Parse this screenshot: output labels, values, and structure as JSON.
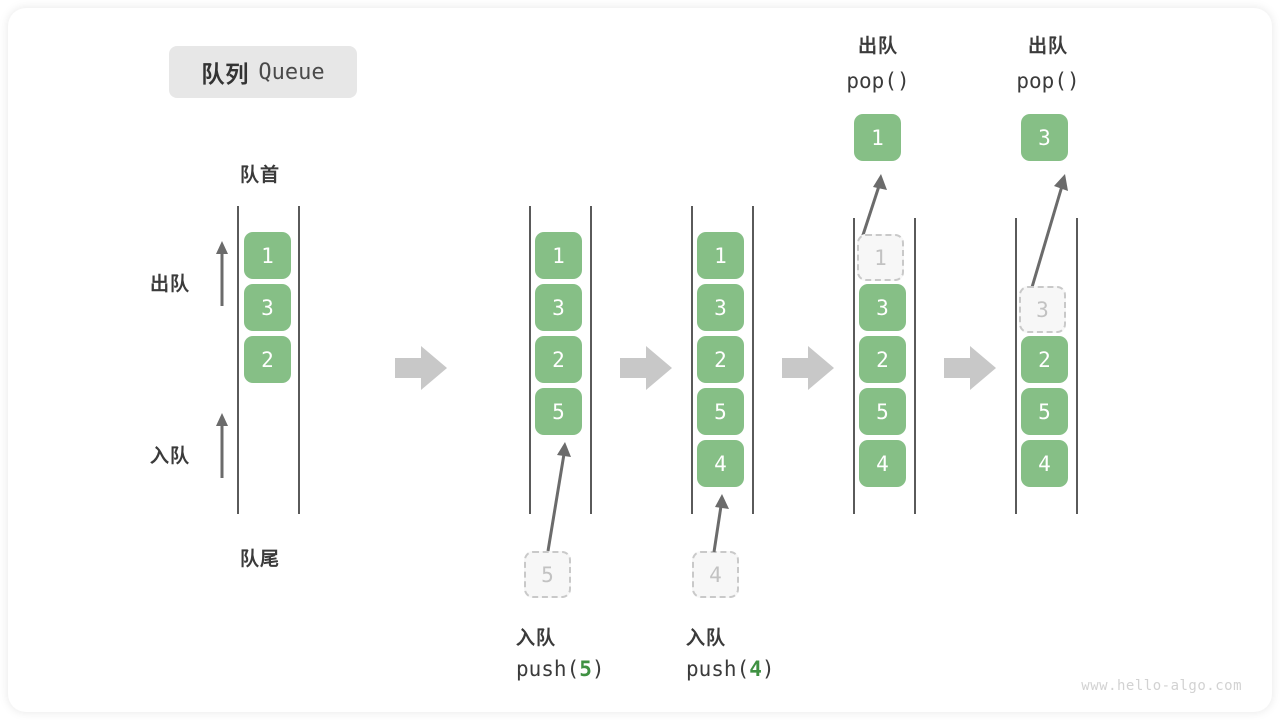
{
  "title": {
    "cn": "队列",
    "en": "Queue"
  },
  "labels": {
    "head": "队首",
    "tail": "队尾",
    "dequeue": "出队",
    "enqueue": "入队"
  },
  "watermark": "www.hello-algo.com",
  "colors": {
    "element_fill": "#86bf86",
    "element_text": "#ffffff",
    "ghost_fill": "#f7f7f7",
    "ghost_border": "#c9c9c9",
    "ghost_text": "#c2c2c2",
    "rail": "#5a5a5a",
    "arrow": "#6b6b6b",
    "step_arrow": "#c8c8c8",
    "accent_arg": "#3f9142",
    "chip_bg": "#e7e7e7"
  },
  "columns": [
    {
      "id": "initial",
      "slots": [
        {
          "value": "1",
          "state": "filled"
        },
        {
          "value": "3",
          "state": "filled"
        },
        {
          "value": "2",
          "state": "filled"
        }
      ],
      "side_arrows": [
        {
          "label": "出队",
          "direction": "up"
        },
        {
          "label": "入队",
          "direction": "up"
        }
      ],
      "head_label": "队首",
      "tail_label": "队尾"
    },
    {
      "id": "push-5",
      "slots": [
        {
          "value": "1",
          "state": "filled"
        },
        {
          "value": "3",
          "state": "filled"
        },
        {
          "value": "2",
          "state": "filled"
        },
        {
          "value": "5",
          "state": "filled"
        }
      ],
      "incoming": {
        "value": "5"
      },
      "caption": {
        "line1": "入队",
        "fn": "push(",
        "arg": "5",
        "close": ")"
      }
    },
    {
      "id": "push-4",
      "slots": [
        {
          "value": "1",
          "state": "filled"
        },
        {
          "value": "3",
          "state": "filled"
        },
        {
          "value": "2",
          "state": "filled"
        },
        {
          "value": "5",
          "state": "filled"
        },
        {
          "value": "4",
          "state": "filled"
        }
      ],
      "incoming": {
        "value": "4"
      },
      "caption": {
        "line1": "入队",
        "fn": "push(",
        "arg": "4",
        "close": ")"
      }
    },
    {
      "id": "pop-1",
      "slots": [
        {
          "value": "1",
          "state": "ghost"
        },
        {
          "value": "3",
          "state": "filled"
        },
        {
          "value": "2",
          "state": "filled"
        },
        {
          "value": "5",
          "state": "filled"
        },
        {
          "value": "4",
          "state": "filled"
        }
      ],
      "outgoing": {
        "value": "1"
      },
      "caption": {
        "line1": "出队",
        "line2": "pop()"
      }
    },
    {
      "id": "pop-3",
      "slots": [
        {
          "value": "",
          "state": "empty"
        },
        {
          "value": "3",
          "state": "ghost"
        },
        {
          "value": "2",
          "state": "filled"
        },
        {
          "value": "5",
          "state": "filled"
        },
        {
          "value": "4",
          "state": "filled"
        }
      ],
      "outgoing": {
        "value": "3"
      },
      "caption": {
        "line1": "出队",
        "line2": "pop()"
      }
    }
  ],
  "step_arrows": [
    {
      "from": "initial",
      "to": "push-5"
    },
    {
      "from": "push-5",
      "to": "push-4"
    },
    {
      "from": "push-4",
      "to": "pop-1"
    },
    {
      "from": "pop-1",
      "to": "pop-3"
    }
  ]
}
